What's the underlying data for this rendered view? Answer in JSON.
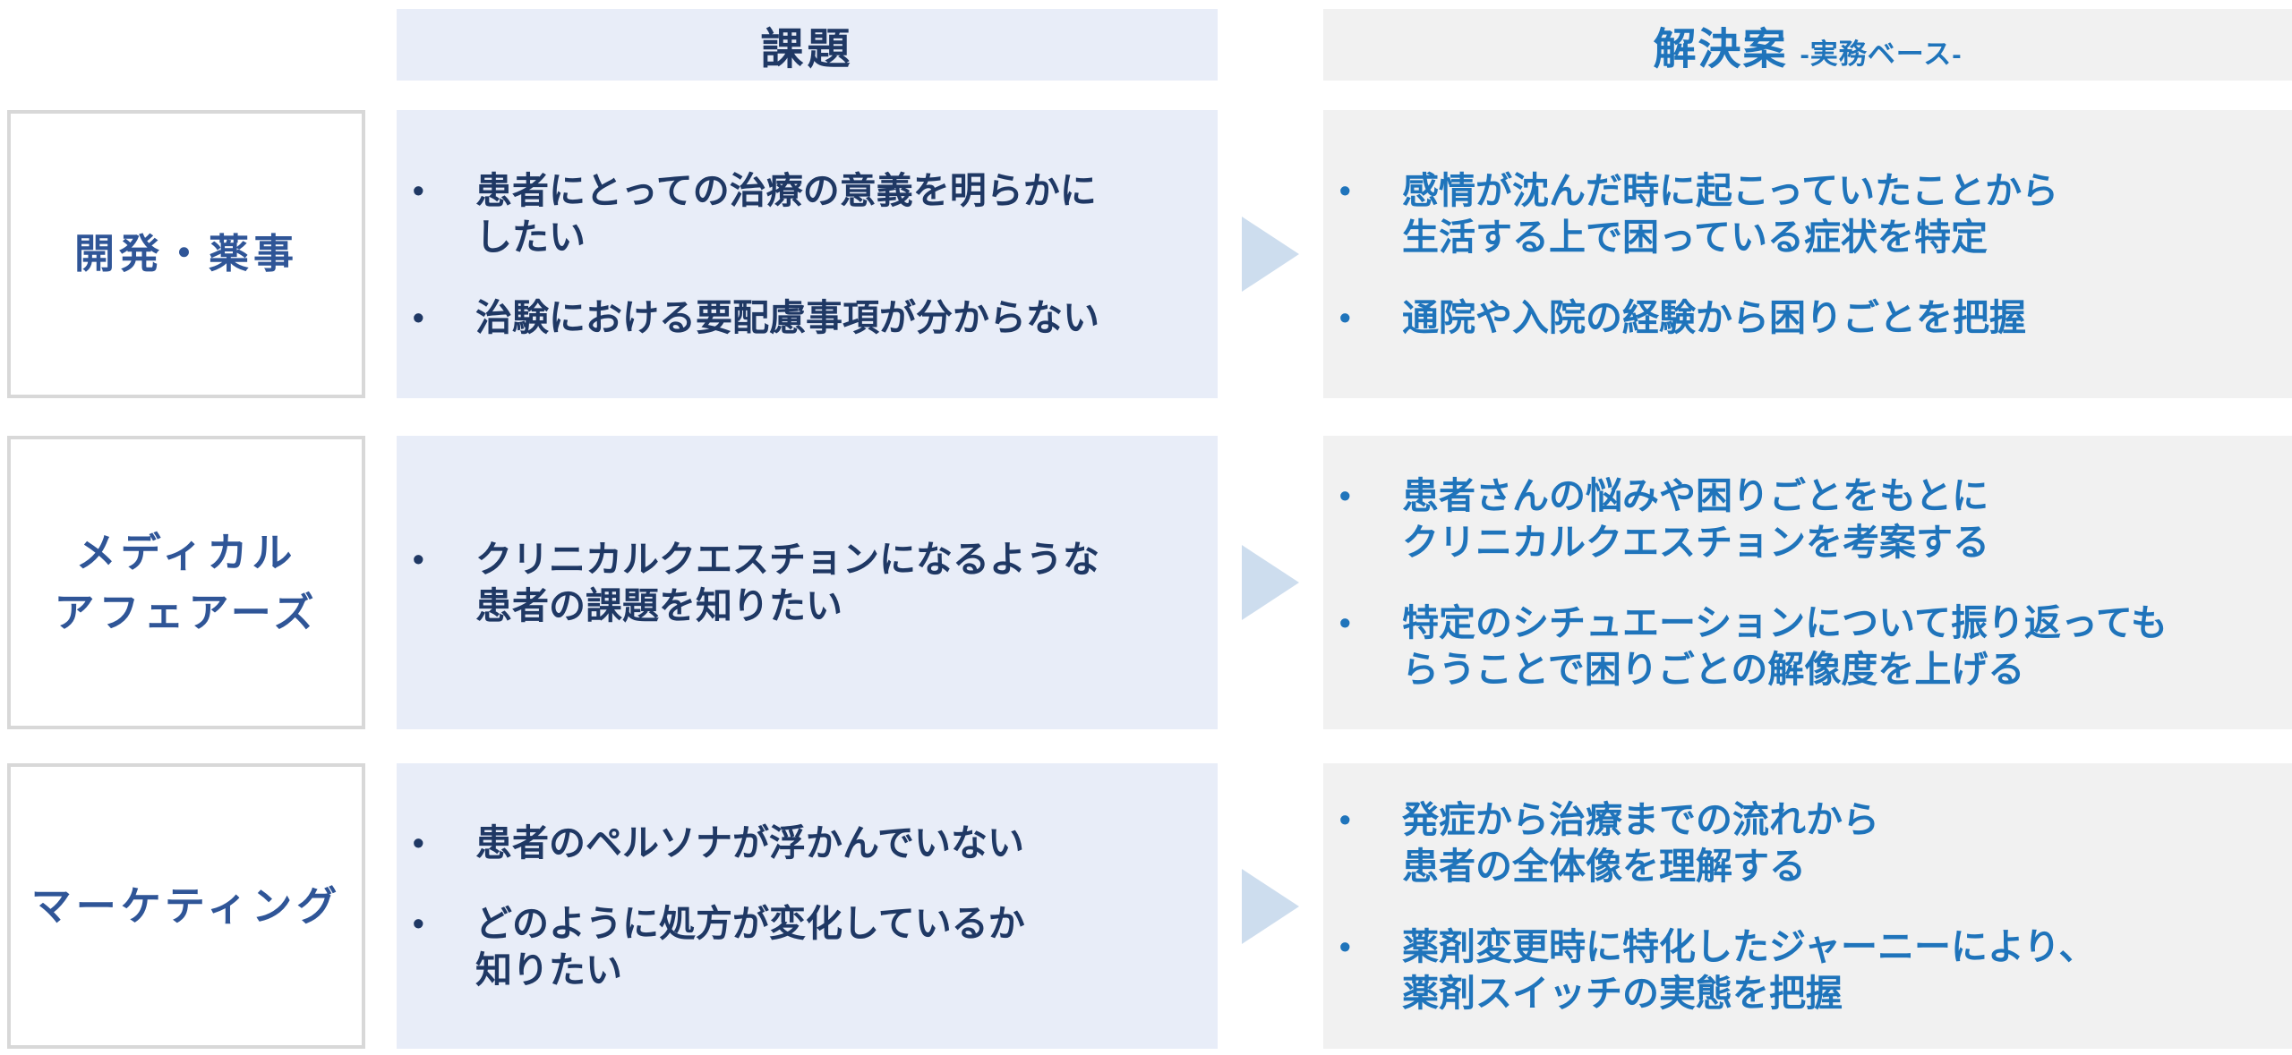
{
  "palette": {
    "issue_bg": "#e8edf8",
    "solution_bg": "#f1f1f1",
    "issue_text": "#1f3864",
    "solution_text": "#1f74bb",
    "label_text": "#2f5597",
    "label_border": "#d8d8d8",
    "arrow_fill": "#cdddee"
  },
  "headers": {
    "issue": "課題",
    "solution": "解決案",
    "solution_sub": "-実務ベース-"
  },
  "icons": {
    "bullet": "•",
    "flow_arrow": "right-pointing-triangle"
  },
  "rows": [
    {
      "label": [
        "開発・薬事"
      ],
      "issues": [
        [
          "患者にとっての治療の意義を明らかに",
          "したい"
        ],
        [
          "治験における要配慮事項が分からない"
        ]
      ],
      "solutions": [
        [
          "感情が沈んだ時に起こっていたことから",
          "生活する上で困っている症状を特定"
        ],
        [
          "通院や入院の経験から困りごとを把握"
        ]
      ]
    },
    {
      "label": [
        "メディカル",
        "アフェアーズ"
      ],
      "issues": [
        [
          "クリニカルクエスチョンになるような",
          "患者の課題を知りたい"
        ]
      ],
      "solutions": [
        [
          "患者さんの悩みや困りごとをもとに",
          "クリニカルクエスチョンを考案する"
        ],
        [
          "特定のシチュエーションについて振り返っても",
          "らうことで困りごとの解像度を上げる"
        ]
      ]
    },
    {
      "label": [
        "マーケティング"
      ],
      "issues": [
        [
          "患者のペルソナが浮かんでいない"
        ],
        [
          "どのように処方が変化しているか",
          "知りたい"
        ]
      ],
      "solutions": [
        [
          "発症から治療までの流れから",
          "患者の全体像を理解する"
        ],
        [
          "薬剤変更時に特化したジャーニーにより、",
          "薬剤スイッチの実態を把握"
        ]
      ]
    }
  ]
}
